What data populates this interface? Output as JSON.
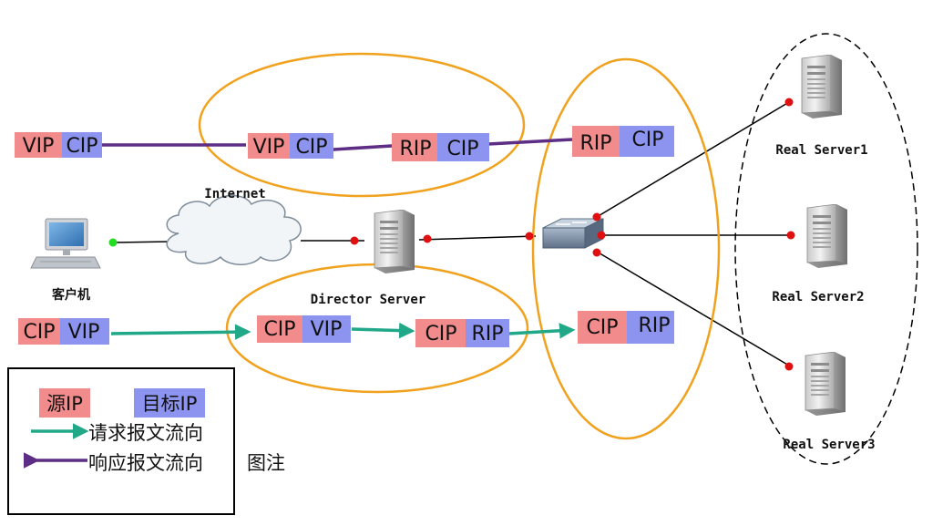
{
  "labels": {
    "internet": "Internet",
    "client": "客户机",
    "director": "Director Server",
    "rs1": "Real Server1",
    "rs2": "Real Server2",
    "rs3": "Real Server3",
    "caption": "图注"
  },
  "colors": {
    "src": "#f28b8b",
    "dst": "#8c94f0",
    "request": "#20a889",
    "response": "#5e2d86",
    "ellipse": "#f0a21e"
  },
  "response_packets": [
    {
      "src": "VIP",
      "dst": "CIP"
    },
    {
      "src": "VIP",
      "dst": "CIP"
    },
    {
      "src": "RIP",
      "dst": "CIP"
    },
    {
      "src": "RIP",
      "dst": "CIP"
    }
  ],
  "request_packets": [
    {
      "src": "CIP",
      "dst": "VIP"
    },
    {
      "src": "CIP",
      "dst": "VIP"
    },
    {
      "src": "CIP",
      "dst": "RIP"
    },
    {
      "src": "CIP",
      "dst": "RIP"
    }
  ],
  "legend": {
    "src_label": "源IP",
    "dst_label": "目标IP",
    "request_label": "请求报文流向",
    "response_label": "响应报文流向"
  }
}
